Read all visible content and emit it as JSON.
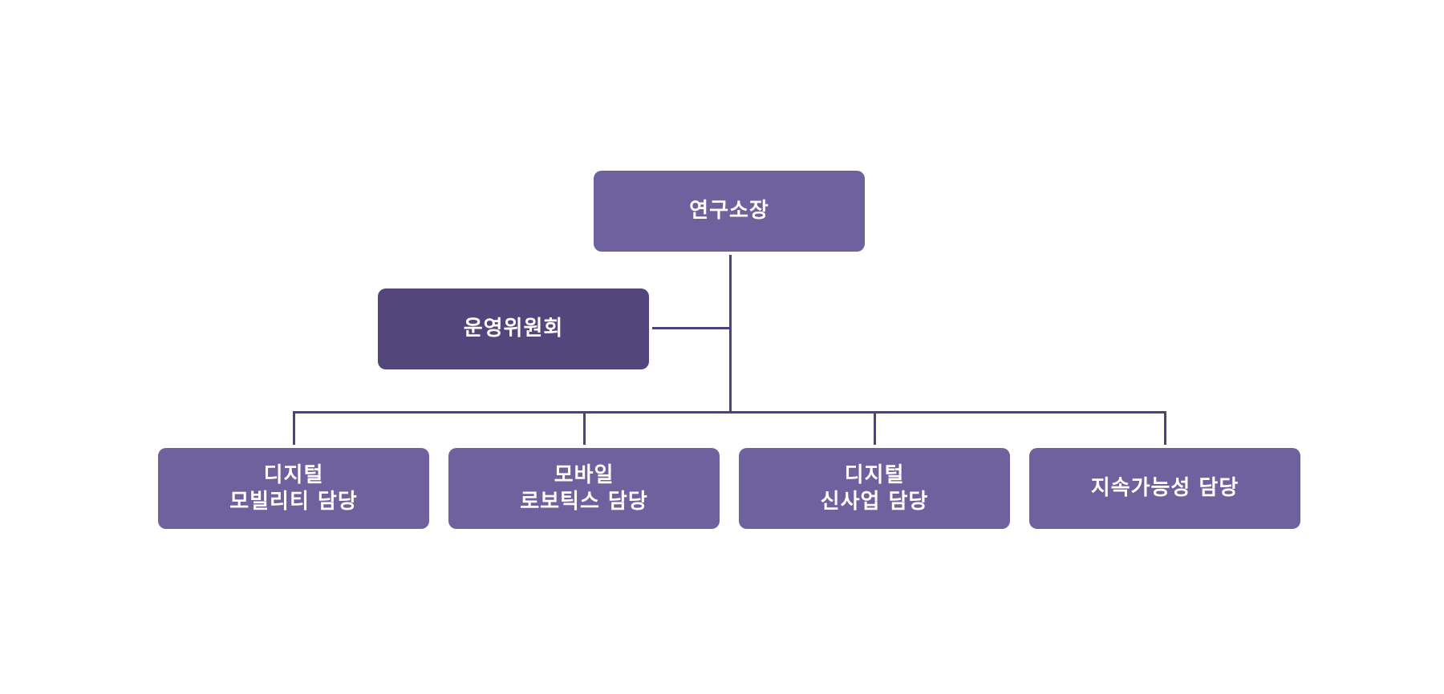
{
  "colors": {
    "node_primary": "#6e619d",
    "node_committee": "#53467c",
    "connector": "#4e4180",
    "background": "#ffffff"
  },
  "nodes": {
    "director": {
      "lines": [
        "연구소장"
      ]
    },
    "committee": {
      "lines": [
        "운영위원회"
      ]
    },
    "digital_mobility": {
      "lines": [
        "디지털",
        "모빌리티 담당"
      ]
    },
    "mobile_robotics": {
      "lines": [
        "모바일",
        "로보틱스 담당"
      ]
    },
    "digital_new_business": {
      "lines": [
        "디지털",
        "신사업 담당"
      ]
    },
    "sustainability": {
      "lines": [
        "지속가능성 담당"
      ]
    }
  }
}
